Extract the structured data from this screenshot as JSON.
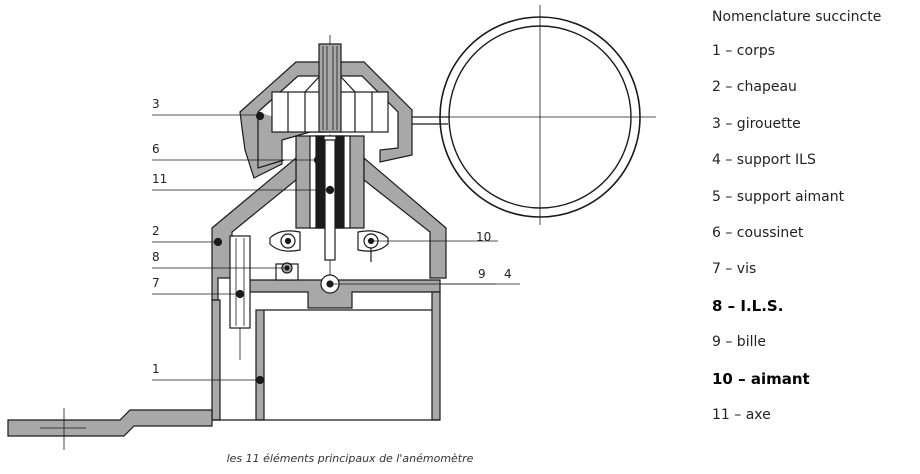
{
  "caption": "les 11 éléments principaux de l'anémomètre",
  "legend": {
    "title": "Nomenclature succincte",
    "items": [
      {
        "text": "1 – corps",
        "bold": false
      },
      {
        "text": "2 – chapeau",
        "bold": false
      },
      {
        "text": "3 – girouette",
        "bold": false
      },
      {
        "text": "4 – support ILS",
        "bold": false
      },
      {
        "text": "5 – support aimant",
        "bold": false
      },
      {
        "text": "6 – coussinet",
        "bold": false
      },
      {
        "text": "7 – vis",
        "bold": false
      },
      {
        "text": "8 – I.L.S.",
        "bold": true
      },
      {
        "text": "9 – bille",
        "bold": false
      },
      {
        "text": "10 – aimant",
        "bold": true
      },
      {
        "text": "11 – axe",
        "bold": false
      }
    ]
  },
  "callouts": [
    "1",
    "2",
    "3",
    "4",
    "6",
    "7",
    "8",
    "9",
    "10",
    "11"
  ],
  "colors": {
    "metal": "#a8a8a8",
    "line": "#1a1a1a",
    "paper": "#ffffff"
  }
}
